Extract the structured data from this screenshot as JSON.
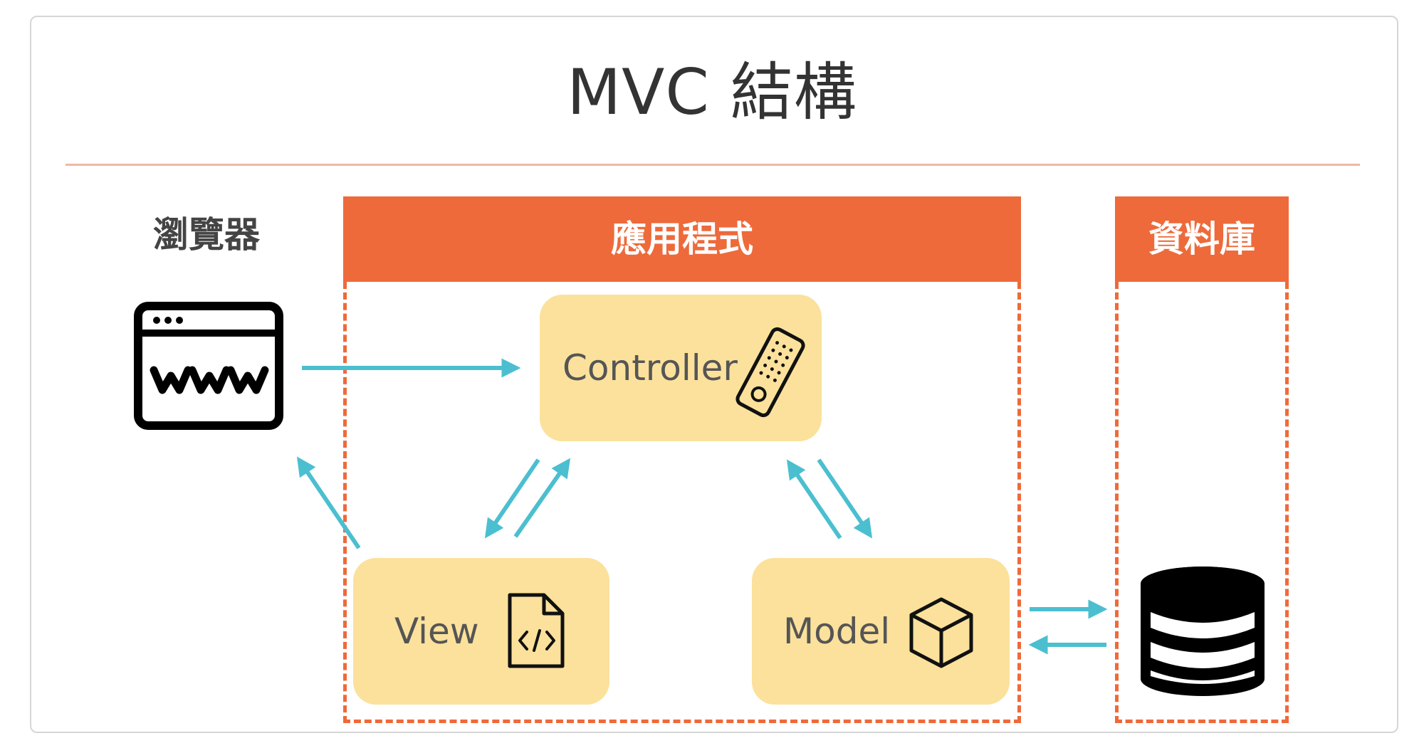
{
  "title": "MVC 結構",
  "browser": {
    "label": "瀏覽器",
    "icon": "www-browser-icon"
  },
  "application": {
    "label": "應用程式",
    "controller": {
      "label": "Controller",
      "icon": "remote-control-icon"
    },
    "view": {
      "label": "View",
      "icon": "code-file-icon"
    },
    "model": {
      "label": "Model",
      "icon": "cube-icon"
    }
  },
  "database": {
    "label": "資料庫",
    "icon": "database-icon"
  },
  "colors": {
    "accent": "#ee6a3a",
    "node_fill": "#fbe19b",
    "arrow": "#4bbfd0",
    "divider": "#f0b7a4"
  }
}
